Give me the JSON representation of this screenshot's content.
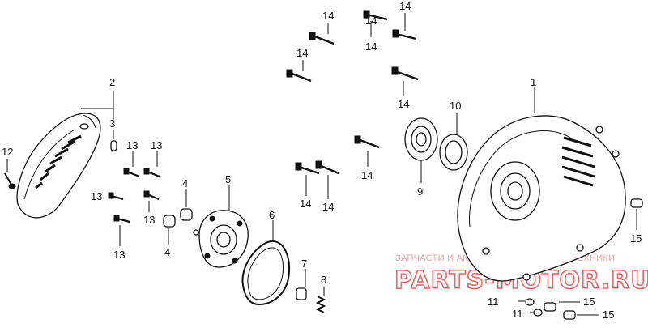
{
  "callouts": {
    "c1": "1",
    "c2": "2",
    "c3": "3",
    "c4a": "4",
    "c4b": "4",
    "c5": "5",
    "c6": "6",
    "c7": "7",
    "c8": "8",
    "c9": "9",
    "c10": "10",
    "c11a": "11",
    "c11b": "11",
    "c12": "12",
    "c13a": "13",
    "c13b": "13",
    "c13c": "13",
    "c13d": "13",
    "c13e": "13",
    "c14a": "14",
    "c14b": "14",
    "c14c": "14",
    "c14d": "14",
    "c14e": "14",
    "c14f": "14",
    "c14g": "14",
    "c14h": "14",
    "c14i": "14",
    "c15a": "15",
    "c15b": "15",
    "c15c": "15"
  },
  "watermark": {
    "line1": "ЗАПЧАСТИ И АКСЕССУАРЫ ДЛЯ МОТОТЕХНИКИ",
    "line2": "PARTS-MOTOR.RU",
    "color": "#e36a6a"
  }
}
